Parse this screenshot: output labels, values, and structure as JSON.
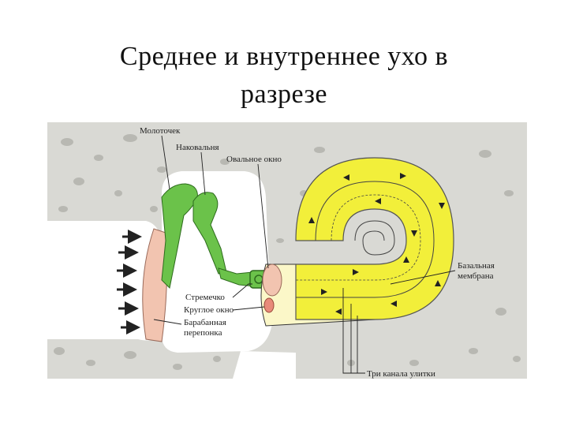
{
  "title": {
    "line1": "Среднее и внутреннее ухо в",
    "line2": "разрезе"
  },
  "labels": {
    "malleus": "Молоточек",
    "incus": "Наковальня",
    "oval_window": "Овальное окно",
    "stapes": "Стремечко",
    "round_window": "Круглое окно",
    "eardrum_l1": "Барабанная",
    "eardrum_l2": "перепонка",
    "basilar_l1": "Базальная",
    "basilar_l2": "мембрана",
    "canals": "Три канала улитки"
  },
  "colors": {
    "bone": "#d9d9d4",
    "bone_pore": "#b8b8b2",
    "ossicle": "#6bc24a",
    "cochlea": "#f2ef3a",
    "eardrum": "#f2c4b0",
    "window": "#e88a7a"
  }
}
